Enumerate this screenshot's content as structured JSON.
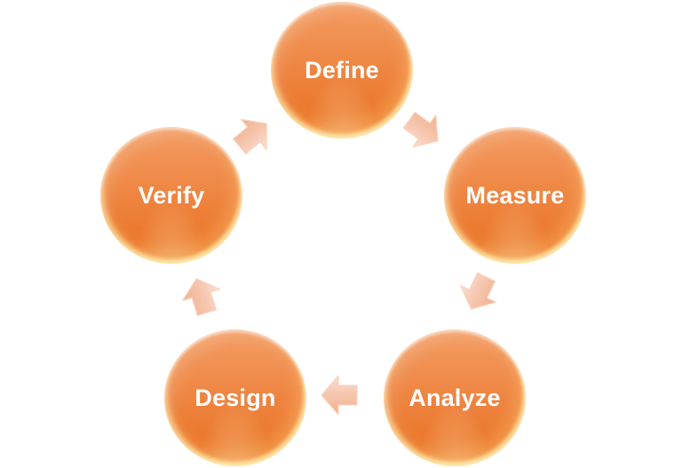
{
  "diagram": {
    "type": "cycle",
    "description": "Five-step DMADV style cycle of orange circles connected by peach block arrows flowing clockwise",
    "nodes": [
      {
        "id": "define",
        "label": "Define"
      },
      {
        "id": "measure",
        "label": "Measure"
      },
      {
        "id": "analyze",
        "label": "Analyze"
      },
      {
        "id": "design",
        "label": "Design"
      },
      {
        "id": "verify",
        "label": "Verify"
      }
    ],
    "connections": [
      {
        "from": "Define",
        "to": "Measure"
      },
      {
        "from": "Measure",
        "to": "Analyze"
      },
      {
        "from": "Analyze",
        "to": "Design"
      },
      {
        "from": "Design",
        "to": "Verify"
      },
      {
        "from": "Verify",
        "to": "Define"
      }
    ],
    "colors": {
      "node_gradient_top": "#F39C63",
      "node_gradient_bottom": "#E86F1E",
      "node_rim_glow": "#FFE9A6",
      "node_text": "#FFFFFF",
      "arrow_fill": "#F5C2AA",
      "arrow_highlight": "#FBDFD3",
      "background": "#FFFFFF"
    }
  }
}
